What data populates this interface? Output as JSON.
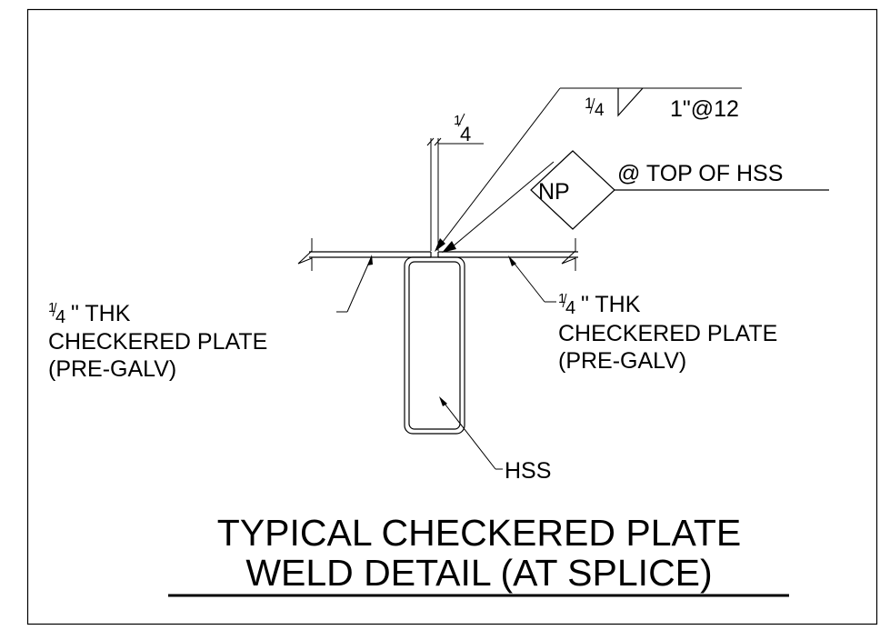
{
  "weld_symbol": {
    "fillet_size_whole": "1",
    "fillet_size_denom": "4",
    "pitch_text": "1\"@12",
    "np_label": "NP",
    "np_note": "@ TOP OF HSS"
  },
  "gap_dim": {
    "numerator": "1",
    "denominator": "4"
  },
  "left_callout": {
    "thk_num": "1",
    "thk_den": "4",
    "thk_suffix": "\" THK",
    "line2": "CHECKERED PLATE",
    "line3": "(PRE-GALV)"
  },
  "right_callout": {
    "thk_num": "1",
    "thk_den": "4",
    "thk_suffix": "\" THK",
    "line2": "CHECKERED PLATE",
    "line3": "(PRE-GALV)"
  },
  "hss_label": "HSS",
  "title": {
    "line1": "TYPICAL CHECKERED PLATE",
    "line2": "WELD DETAIL (AT SPLICE)"
  }
}
